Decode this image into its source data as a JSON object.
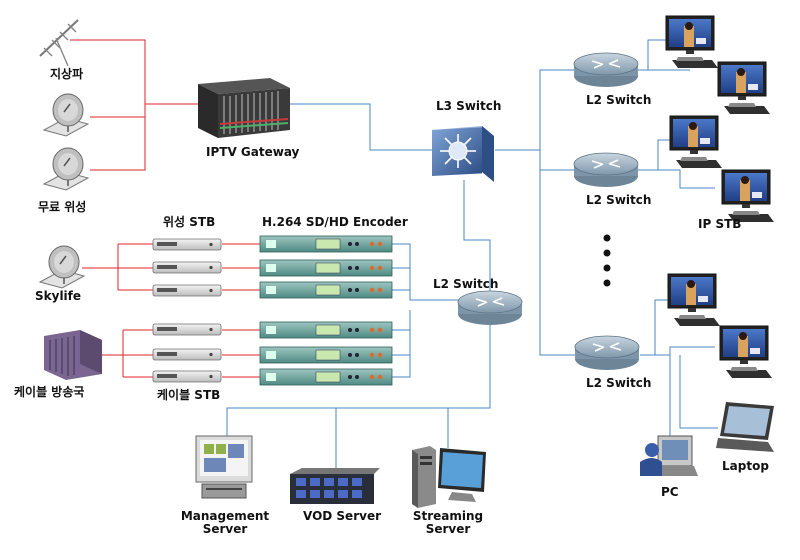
{
  "colors": {
    "red_line": "#e0262a",
    "blue_line": "#4a86c4",
    "router": "#8fa6b8",
    "l3": "#4a6fa8",
    "encoder": "#3f8a82"
  },
  "labels": {
    "terrestrial": "지상파",
    "free_satellite": "무료 위성",
    "skylife": "Skylife",
    "cable_station": "케이블 방송국",
    "iptv_gateway": "IPTV Gateway",
    "satellite_stb": "위성 STB",
    "encoder": "H.264 SD/HD Encoder",
    "cable_stb": "케이블 STB",
    "l3_switch": "L3 Switch",
    "l2_switch_center": "L2 Switch",
    "l2_switch_top": "L2 Switch",
    "l2_switch_mid": "L2 Switch",
    "l2_switch_bottom": "L2 Switch",
    "ip_stb": "IP STB",
    "laptop": "Laptop",
    "pc": "PC",
    "management_server": "Management\nServer",
    "vod_server": "VOD Server",
    "streaming_server": "Streaming\nServer"
  },
  "icons": [
    "antenna-icon",
    "satellite-dish-icon",
    "cable-station-icon",
    "gateway-chassis-icon",
    "set-top-box-icon",
    "encoder-icon",
    "l3-switch-icon",
    "router-icon",
    "tv-stb-icon",
    "laptop-icon",
    "pc-user-icon",
    "server-icon"
  ]
}
